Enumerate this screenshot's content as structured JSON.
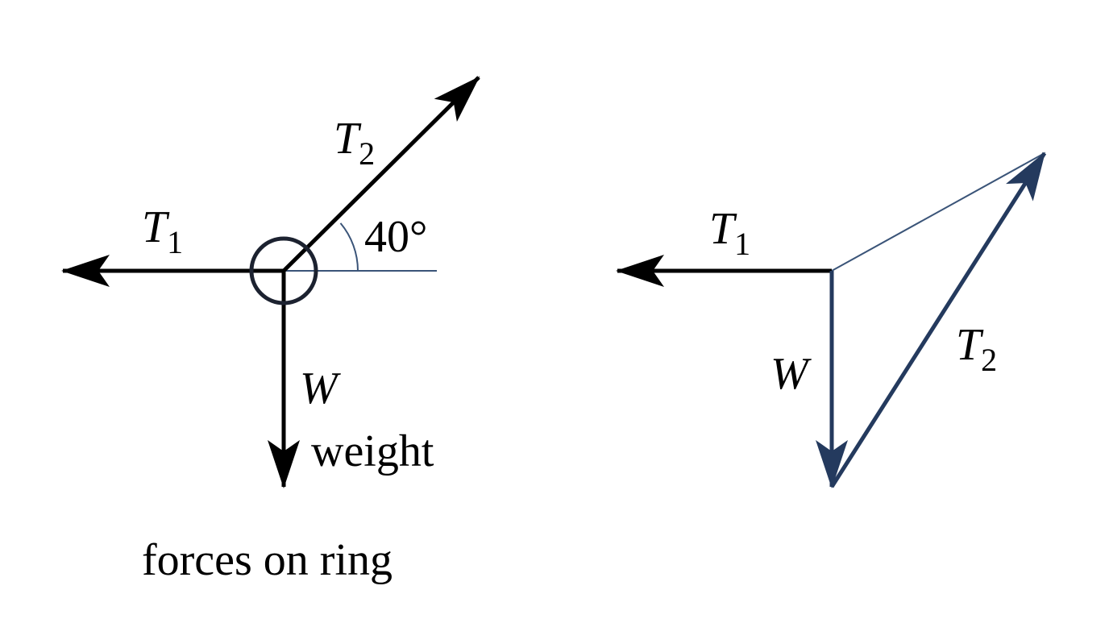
{
  "colors": {
    "black": "#000000",
    "navy": "#243a5e",
    "ring": "#1c2230",
    "thin": "#3a5478"
  },
  "left": {
    "t1": {
      "main": "T",
      "sub": "1"
    },
    "t2": {
      "main": "T",
      "sub": "2"
    },
    "w": "W",
    "weight": "weight",
    "angle": "40°",
    "caption": "forces on ring"
  },
  "right": {
    "t1": {
      "main": "T",
      "sub": "1"
    },
    "t2": {
      "main": "T",
      "sub": "2"
    },
    "w": "W"
  }
}
